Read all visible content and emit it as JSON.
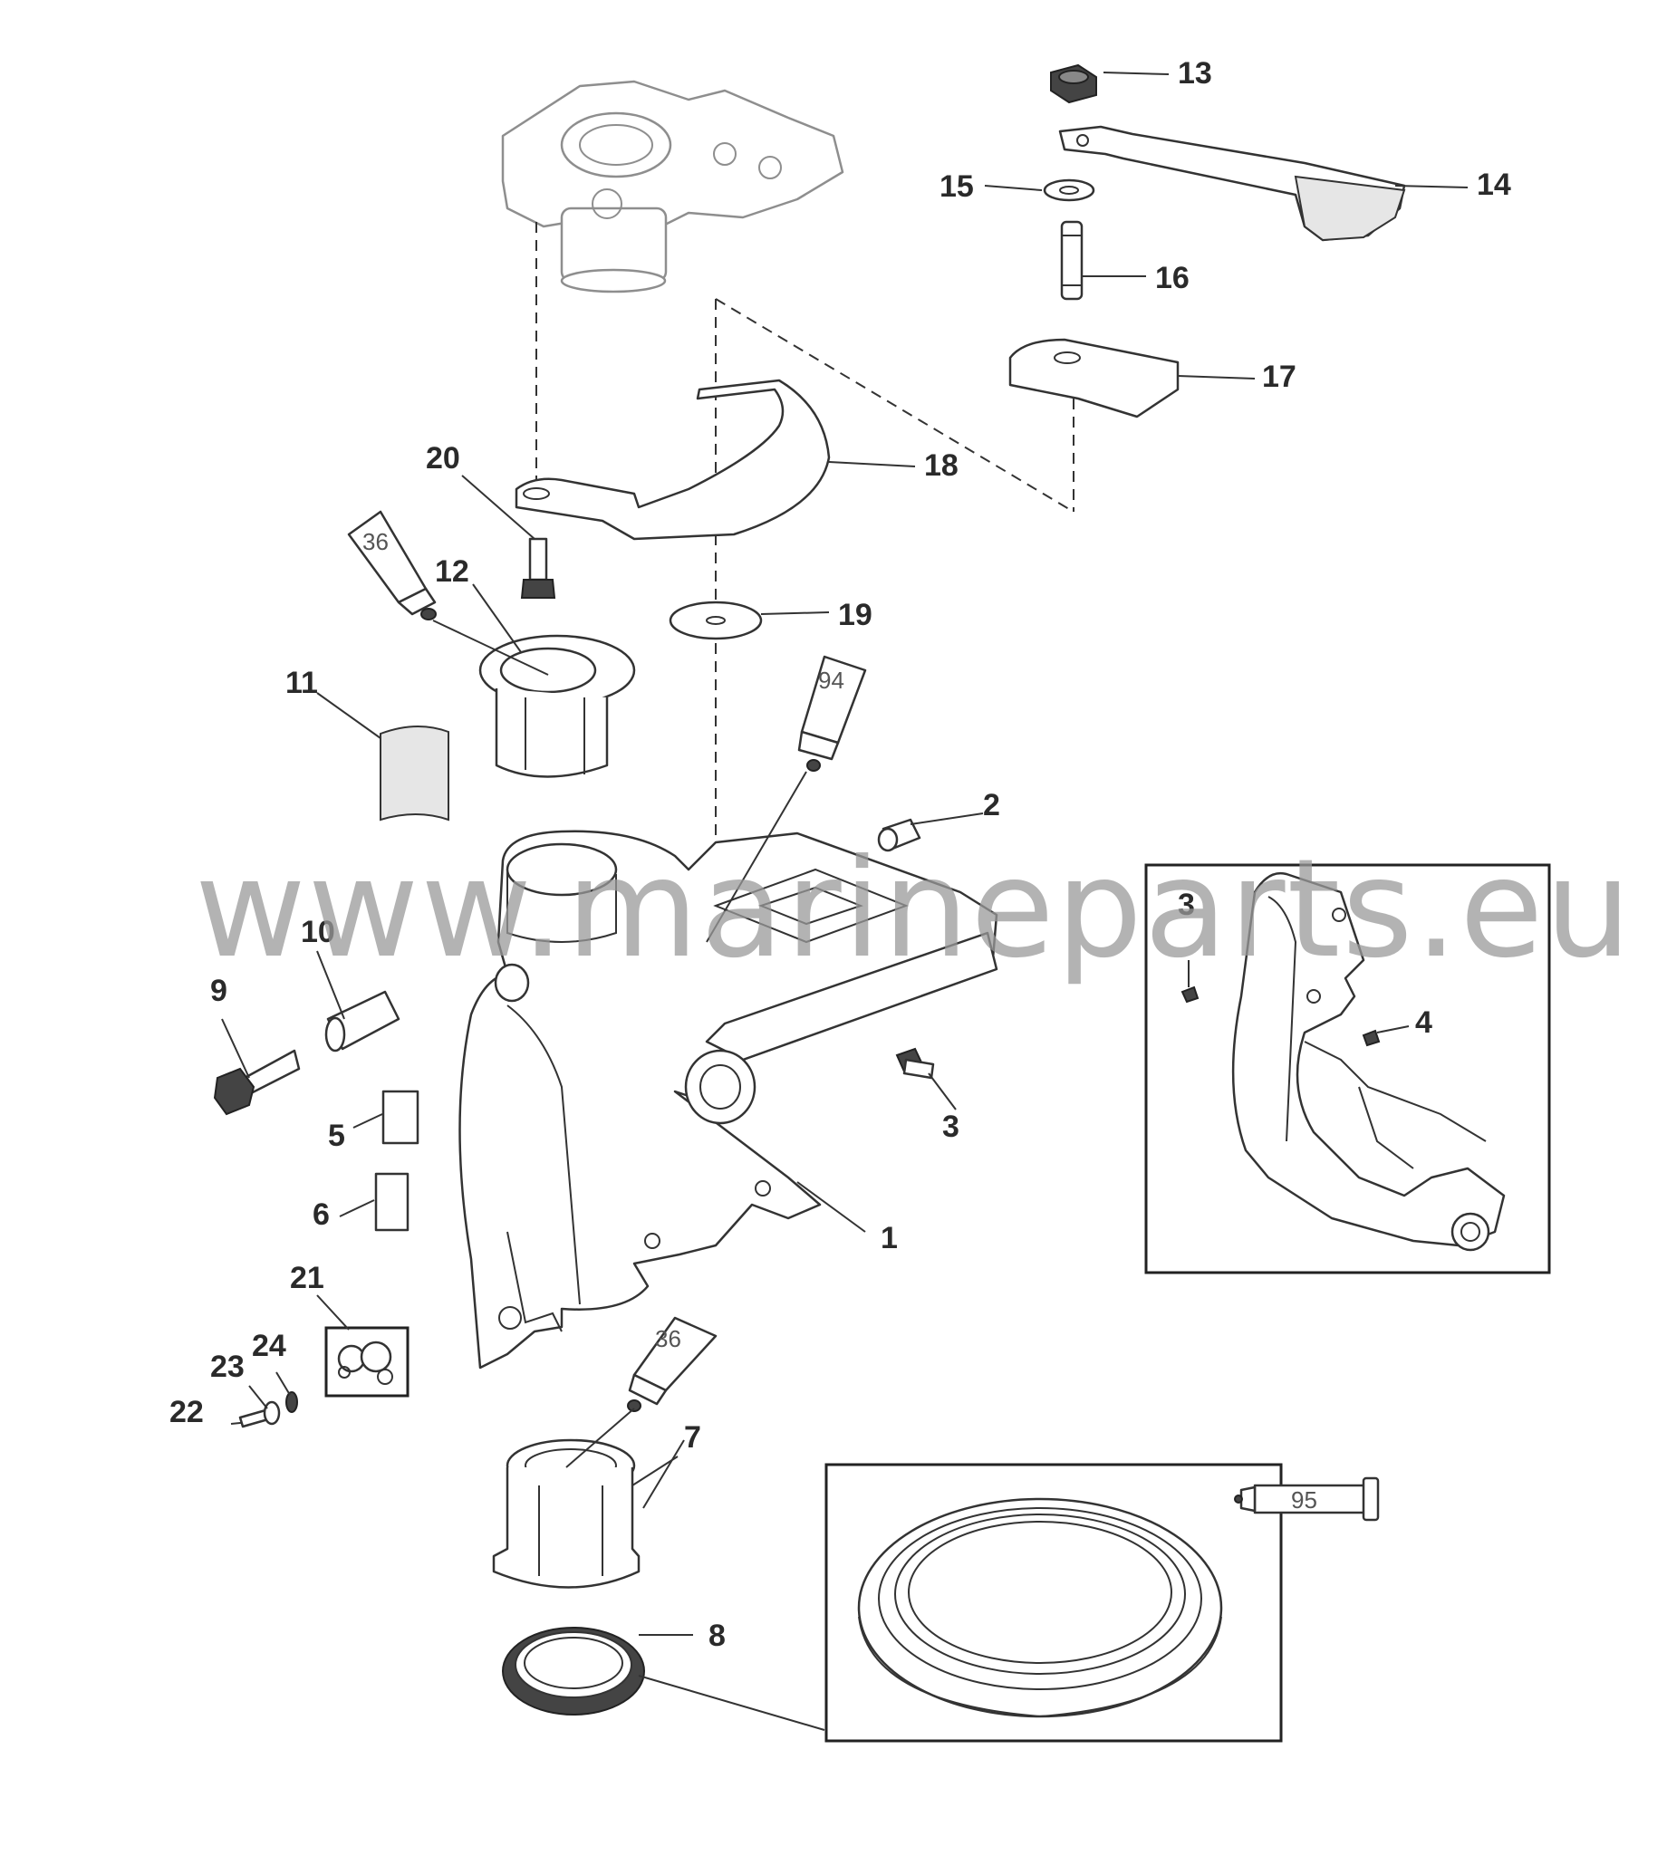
{
  "watermark": "www.marineparts.eu",
  "callouts": [
    "1",
    "2",
    "3",
    "3",
    "4",
    "5",
    "6",
    "7",
    "8",
    "9",
    "10",
    "11",
    "12",
    "13",
    "14",
    "15",
    "16",
    "17",
    "18",
    "19",
    "20",
    "21",
    "22",
    "23",
    "24"
  ],
  "tube_labels": [
    "36",
    "94",
    "36",
    "95"
  ]
}
